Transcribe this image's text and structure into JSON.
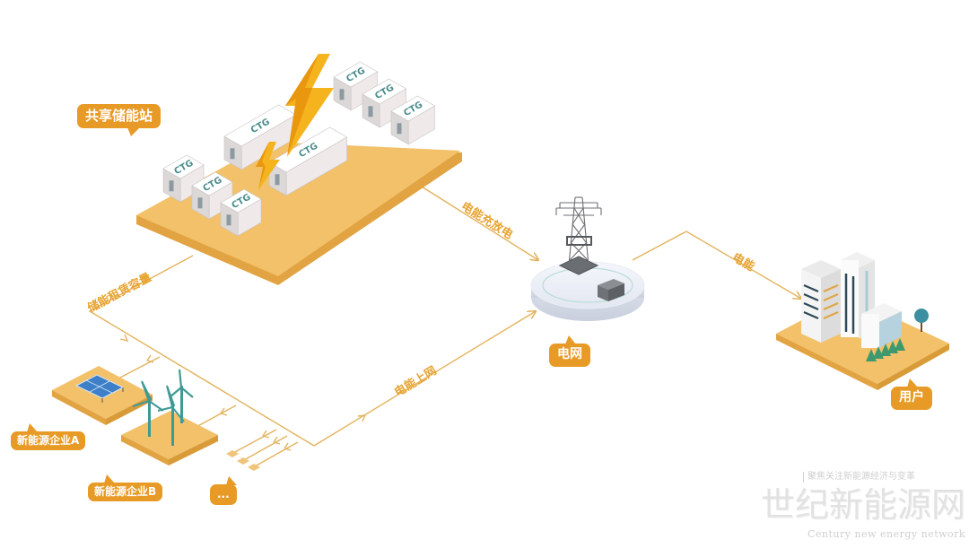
{
  "nodes": {
    "storage_station": {
      "label": "共享储能站",
      "container_label": "CTG"
    },
    "grid": {
      "label": "电网"
    },
    "user": {
      "label": "用户"
    },
    "enterprise_a": {
      "label": "新能源企业A"
    },
    "enterprise_b": {
      "label": "新能源企业B"
    },
    "more": {
      "label": "..."
    }
  },
  "flows": {
    "charge_discharge": "电能充放电",
    "lease_capacity": "储能租赁容量",
    "to_grid": "电能上网",
    "to_user": "电能"
  },
  "watermark": {
    "subtitle": "聚焦关注新能源经济与变革",
    "title": "世纪新能源网",
    "english": "Century new energy network"
  },
  "colors": {
    "accent": "#e89a26",
    "platform": "#f0c06e",
    "platform_edge": "#e2a443",
    "line": "#e3b35d",
    "container_text": "#4a8d8c",
    "bolt": "#f5b31d",
    "turbine": "#3f9a95",
    "solar": "#3d7fc8"
  },
  "icons": {
    "lightning": "lightning-bolt-icon",
    "tower": "transmission-tower-icon",
    "solar": "solar-panel-icon",
    "wind": "wind-turbine-icon",
    "buildings": "office-buildings-icon",
    "tree": "tree-icon"
  }
}
